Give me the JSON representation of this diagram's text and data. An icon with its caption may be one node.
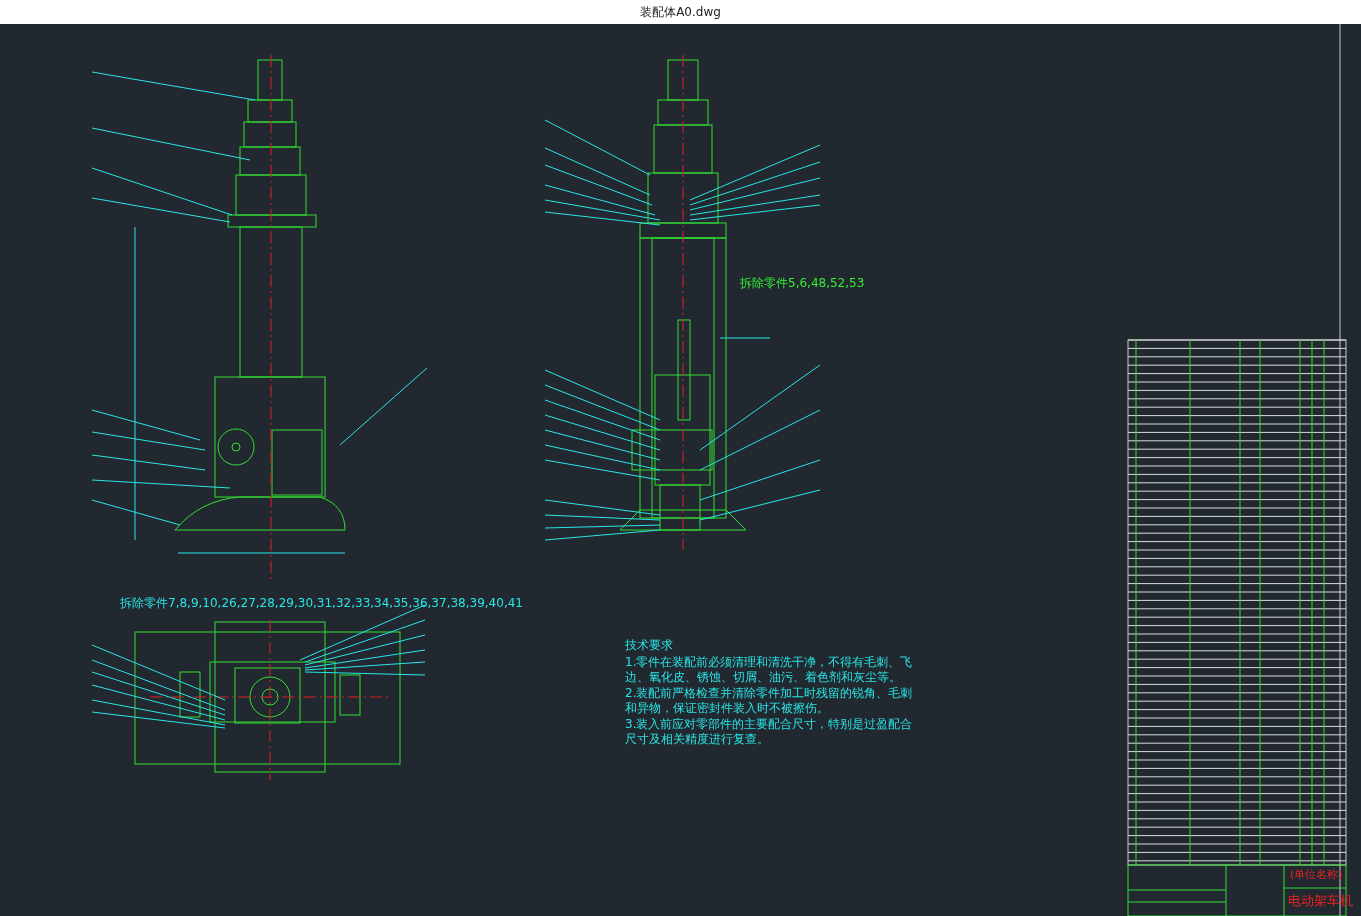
{
  "diagram": {
    "title": "装配体A0.dwg",
    "labels": [
      "拆除零件7,8,9,10,26,27,28,29,30,31,32,33,34,35,36,37,38,39,40,41",
      "拆除零件5,6,48,52,53",
      "技术要求",
      "1.零件在装配前必须清理和清洗干净，不得有毛刺、飞边、氧化皮、锈蚀、切屑、油污、着色剂和灰尘等。",
      "2.装配前严格检查并清除零件加工时残留的锐角、毛刺和异物，保证密封件装入时不被擦伤。",
      "3.装入前应对零部件的主要配合尺寸，特别是过盈配合尺寸及相关精度进行复查。",
      "(单位名称)",
      "电动架车机"
    ]
  }
}
